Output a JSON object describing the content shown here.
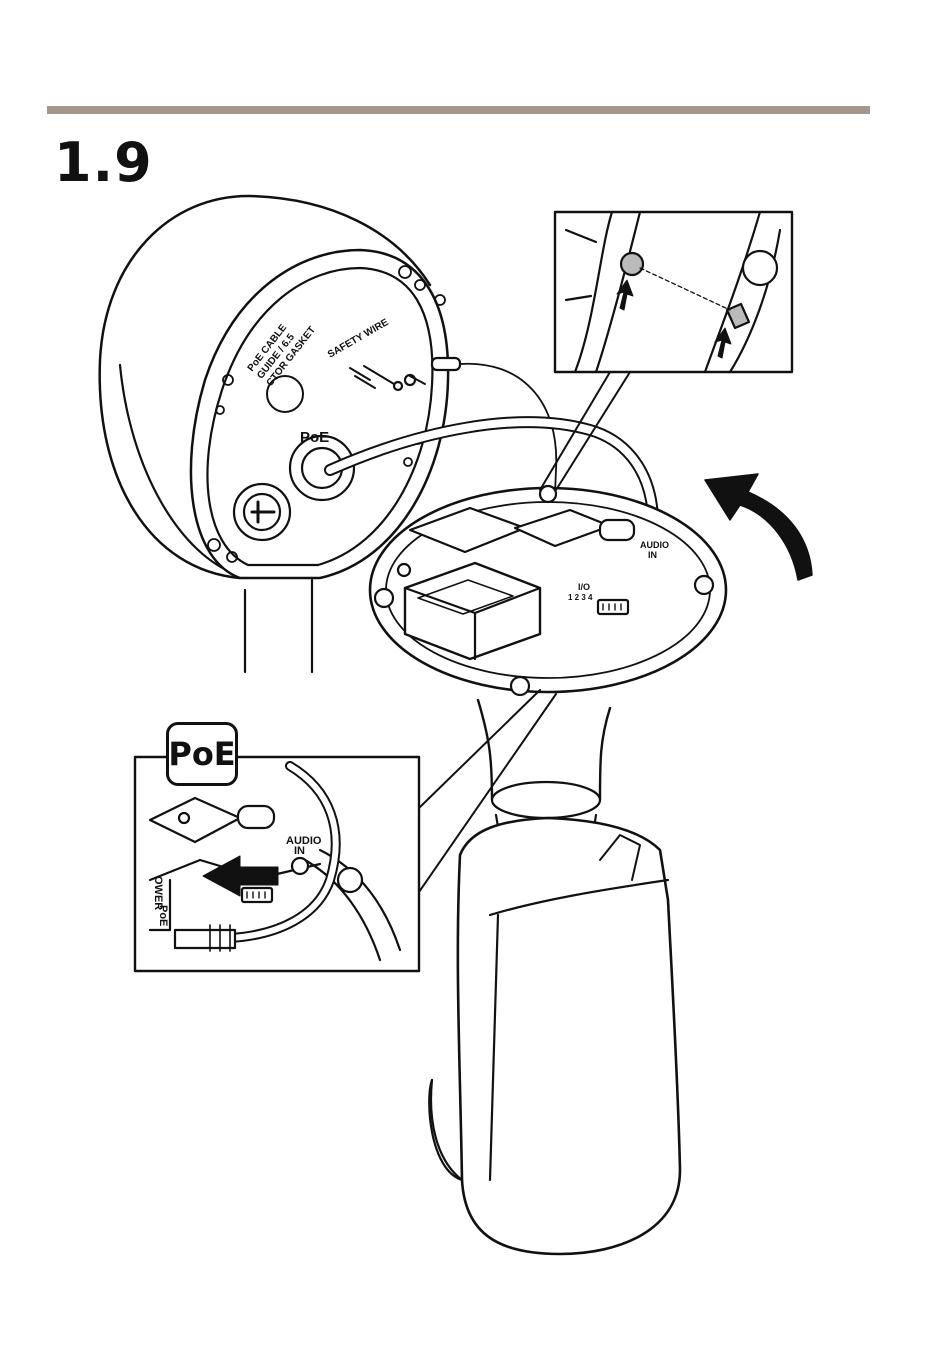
{
  "header": {
    "step_number": "1.9",
    "rule_color": "#a4968c"
  },
  "callout": {
    "poe_tag": "PoE"
  },
  "labels": {
    "safety_wire": "SAFETY WIRE",
    "poe_cable_line1": "PoE CABLE",
    "poe_cable_line2": "GUIDE / 6.5",
    "poe_cable_line3": "CTOR GASKET",
    "poe_port": "PoE",
    "audio_in_line1": "AUDIO",
    "audio_in_line2": "IN",
    "io": "I/O",
    "io_pins": "1 2 3 4",
    "power": "OWER",
    "poe_small": "PoE"
  },
  "icons": [
    "rotation-arrow-icon",
    "push-arrow-icon",
    "insert-arrow-icon"
  ]
}
